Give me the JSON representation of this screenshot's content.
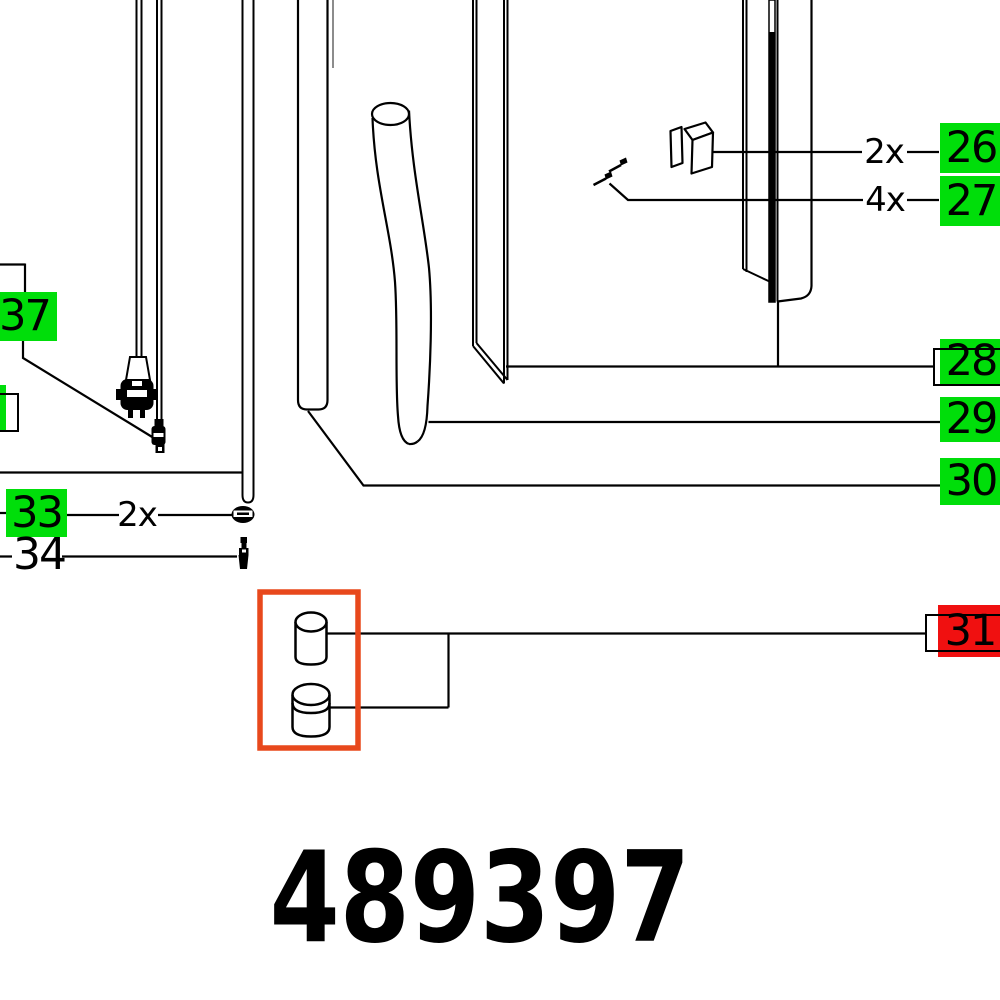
{
  "diagram": {
    "part_number": "489397",
    "colors": {
      "callout_green": "#00de0a",
      "callout_red": "#f01010",
      "highlight_rect_red": "#e8481c",
      "ink": "#000000",
      "paper": "#ffffff"
    },
    "callouts": {
      "c26": {
        "label": "26",
        "qty": "2x"
      },
      "c27": {
        "label": "27",
        "qty": "4x"
      },
      "c28": {
        "label": "28"
      },
      "c29": {
        "label": "29"
      },
      "c30": {
        "label": "30"
      },
      "c31": {
        "label": "31"
      },
      "c33": {
        "label": "33",
        "qty": "2x"
      },
      "c34": {
        "label": "34"
      },
      "c37": {
        "label": "37"
      }
    }
  }
}
